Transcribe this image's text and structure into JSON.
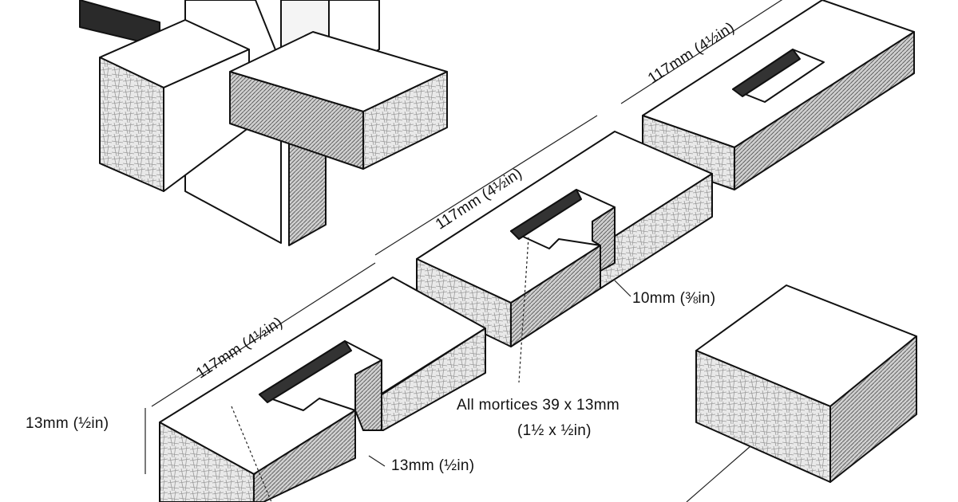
{
  "labels": {
    "block_top_length": "117mm (4½in)",
    "block_mid_length": "117mm (4½in)",
    "block_low_length": "117mm (4½in)",
    "gap_mid": "10mm (⅜in)",
    "mortice_note_line1": "All mortices 39 x 13mm",
    "mortice_note_line2": "(1½ x ½in)",
    "thickness": "13mm (½in)",
    "gap_low": "13mm (½in)"
  }
}
